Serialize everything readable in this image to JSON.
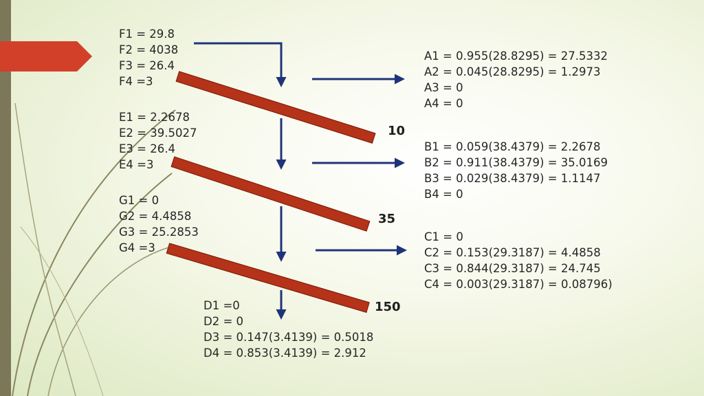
{
  "blocks": {
    "f": {
      "lines": [
        "F1 = 29.8",
        "F2 = 4038",
        "F3 = 26.4",
        "F4 =3"
      ]
    },
    "e": {
      "lines": [
        "E1 = 2.2678",
        "E2 = 39.5027",
        "E3 = 26.4",
        "E4 =3"
      ]
    },
    "g": {
      "lines": [
        "G1 = 0",
        "G2 = 4.4858",
        "G3 = 25.2853",
        "G4 =3"
      ]
    },
    "d": {
      "lines": [
        "D1 =0",
        "D2 = 0",
        "D3 = 0.147(3.4139) = 0.5018",
        "D4 = 0.853(3.4139) = 2.912"
      ]
    },
    "a": {
      "lines": [
        "A1 = 0.955(28.8295) = 27.5332",
        "A2 = 0.045(28.8295) = 1.2973",
        "A3 = 0",
        "A4 = 0"
      ]
    },
    "b": {
      "lines": [
        "B1 = 0.059(38.4379) = 2.2678",
        "B2 = 0.911(38.4379) = 35.0169",
        "B3 = 0.029(38.4379) = 1.1147",
        "B4 = 0"
      ]
    },
    "c": {
      "lines": [
        "C1 = 0",
        "C2 = 0.153(29.3187) = 4.4858",
        "C3 = 0.844(29.3187) = 24.745",
        "C4 = 0.003(29.3187) = 0.08796)"
      ]
    }
  },
  "stages": [
    "10",
    "35",
    "150"
  ],
  "colors": {
    "arrow": "#1f3478",
    "bar": "#b53319",
    "accent": "#d2402a",
    "sidebar": "#7c7759"
  }
}
